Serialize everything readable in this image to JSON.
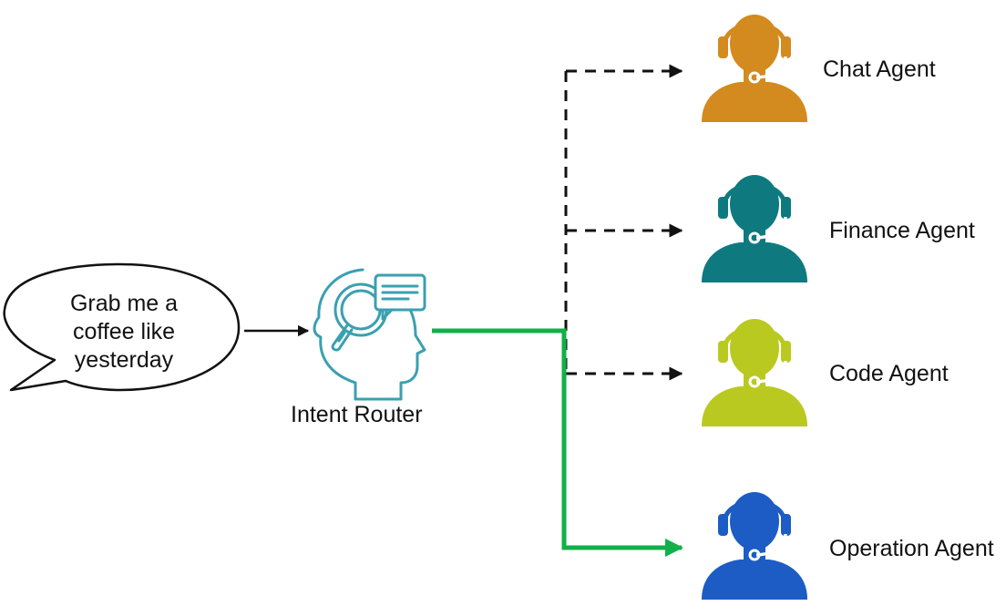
{
  "speech_bubble": {
    "lines": [
      "Grab me a",
      "coffee like",
      "yesterday"
    ]
  },
  "router": {
    "label": "Intent Router",
    "icon": "head-magnifier-chat-icon",
    "color": "#3aa0b0"
  },
  "agents": [
    {
      "label": "Chat Agent",
      "color": "#d38a1e",
      "icon": "headset-agent-icon",
      "route": "dashed"
    },
    {
      "label": "Finance Agent",
      "color": "#0e7a80",
      "icon": "headset-agent-icon",
      "route": "dashed"
    },
    {
      "label": "Code Agent",
      "color": "#b9c920",
      "icon": "headset-agent-icon",
      "route": "dashed"
    },
    {
      "label": "Operation Agent",
      "color": "#1c5cc4",
      "icon": "headset-agent-icon",
      "route": "selected"
    }
  ],
  "colors": {
    "selected_route": "#10b04a",
    "dashed_route": "#111111"
  }
}
